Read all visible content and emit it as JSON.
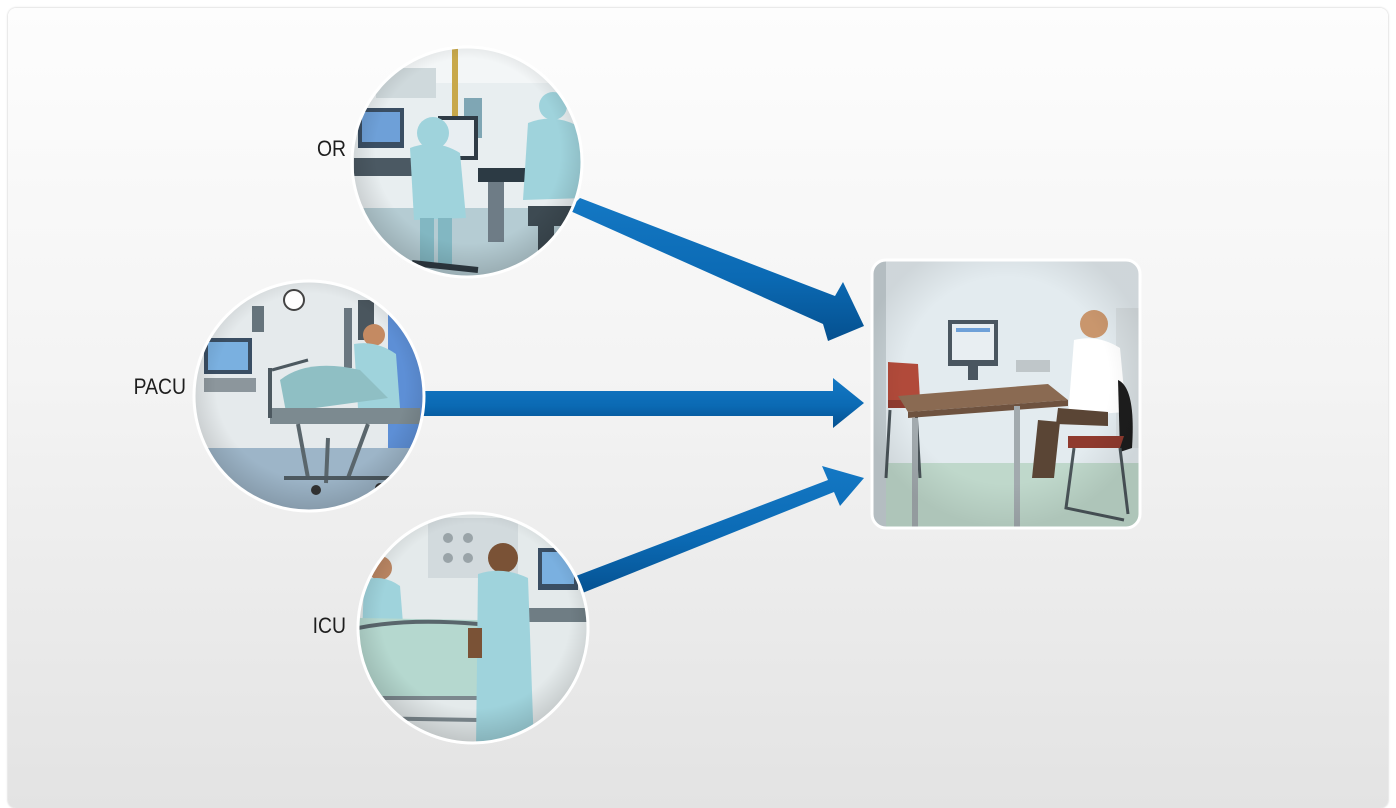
{
  "nodes": {
    "or": {
      "label": "OR"
    },
    "pacu": {
      "label": "PACU"
    },
    "icu": {
      "label": "ICU"
    }
  },
  "colors": {
    "arrow": "#0b6ab4",
    "arrow_dark": "#064f8c",
    "scrub": "#9fd3dc",
    "wall": "#e6ecee",
    "floor": "#b9cfd6"
  }
}
